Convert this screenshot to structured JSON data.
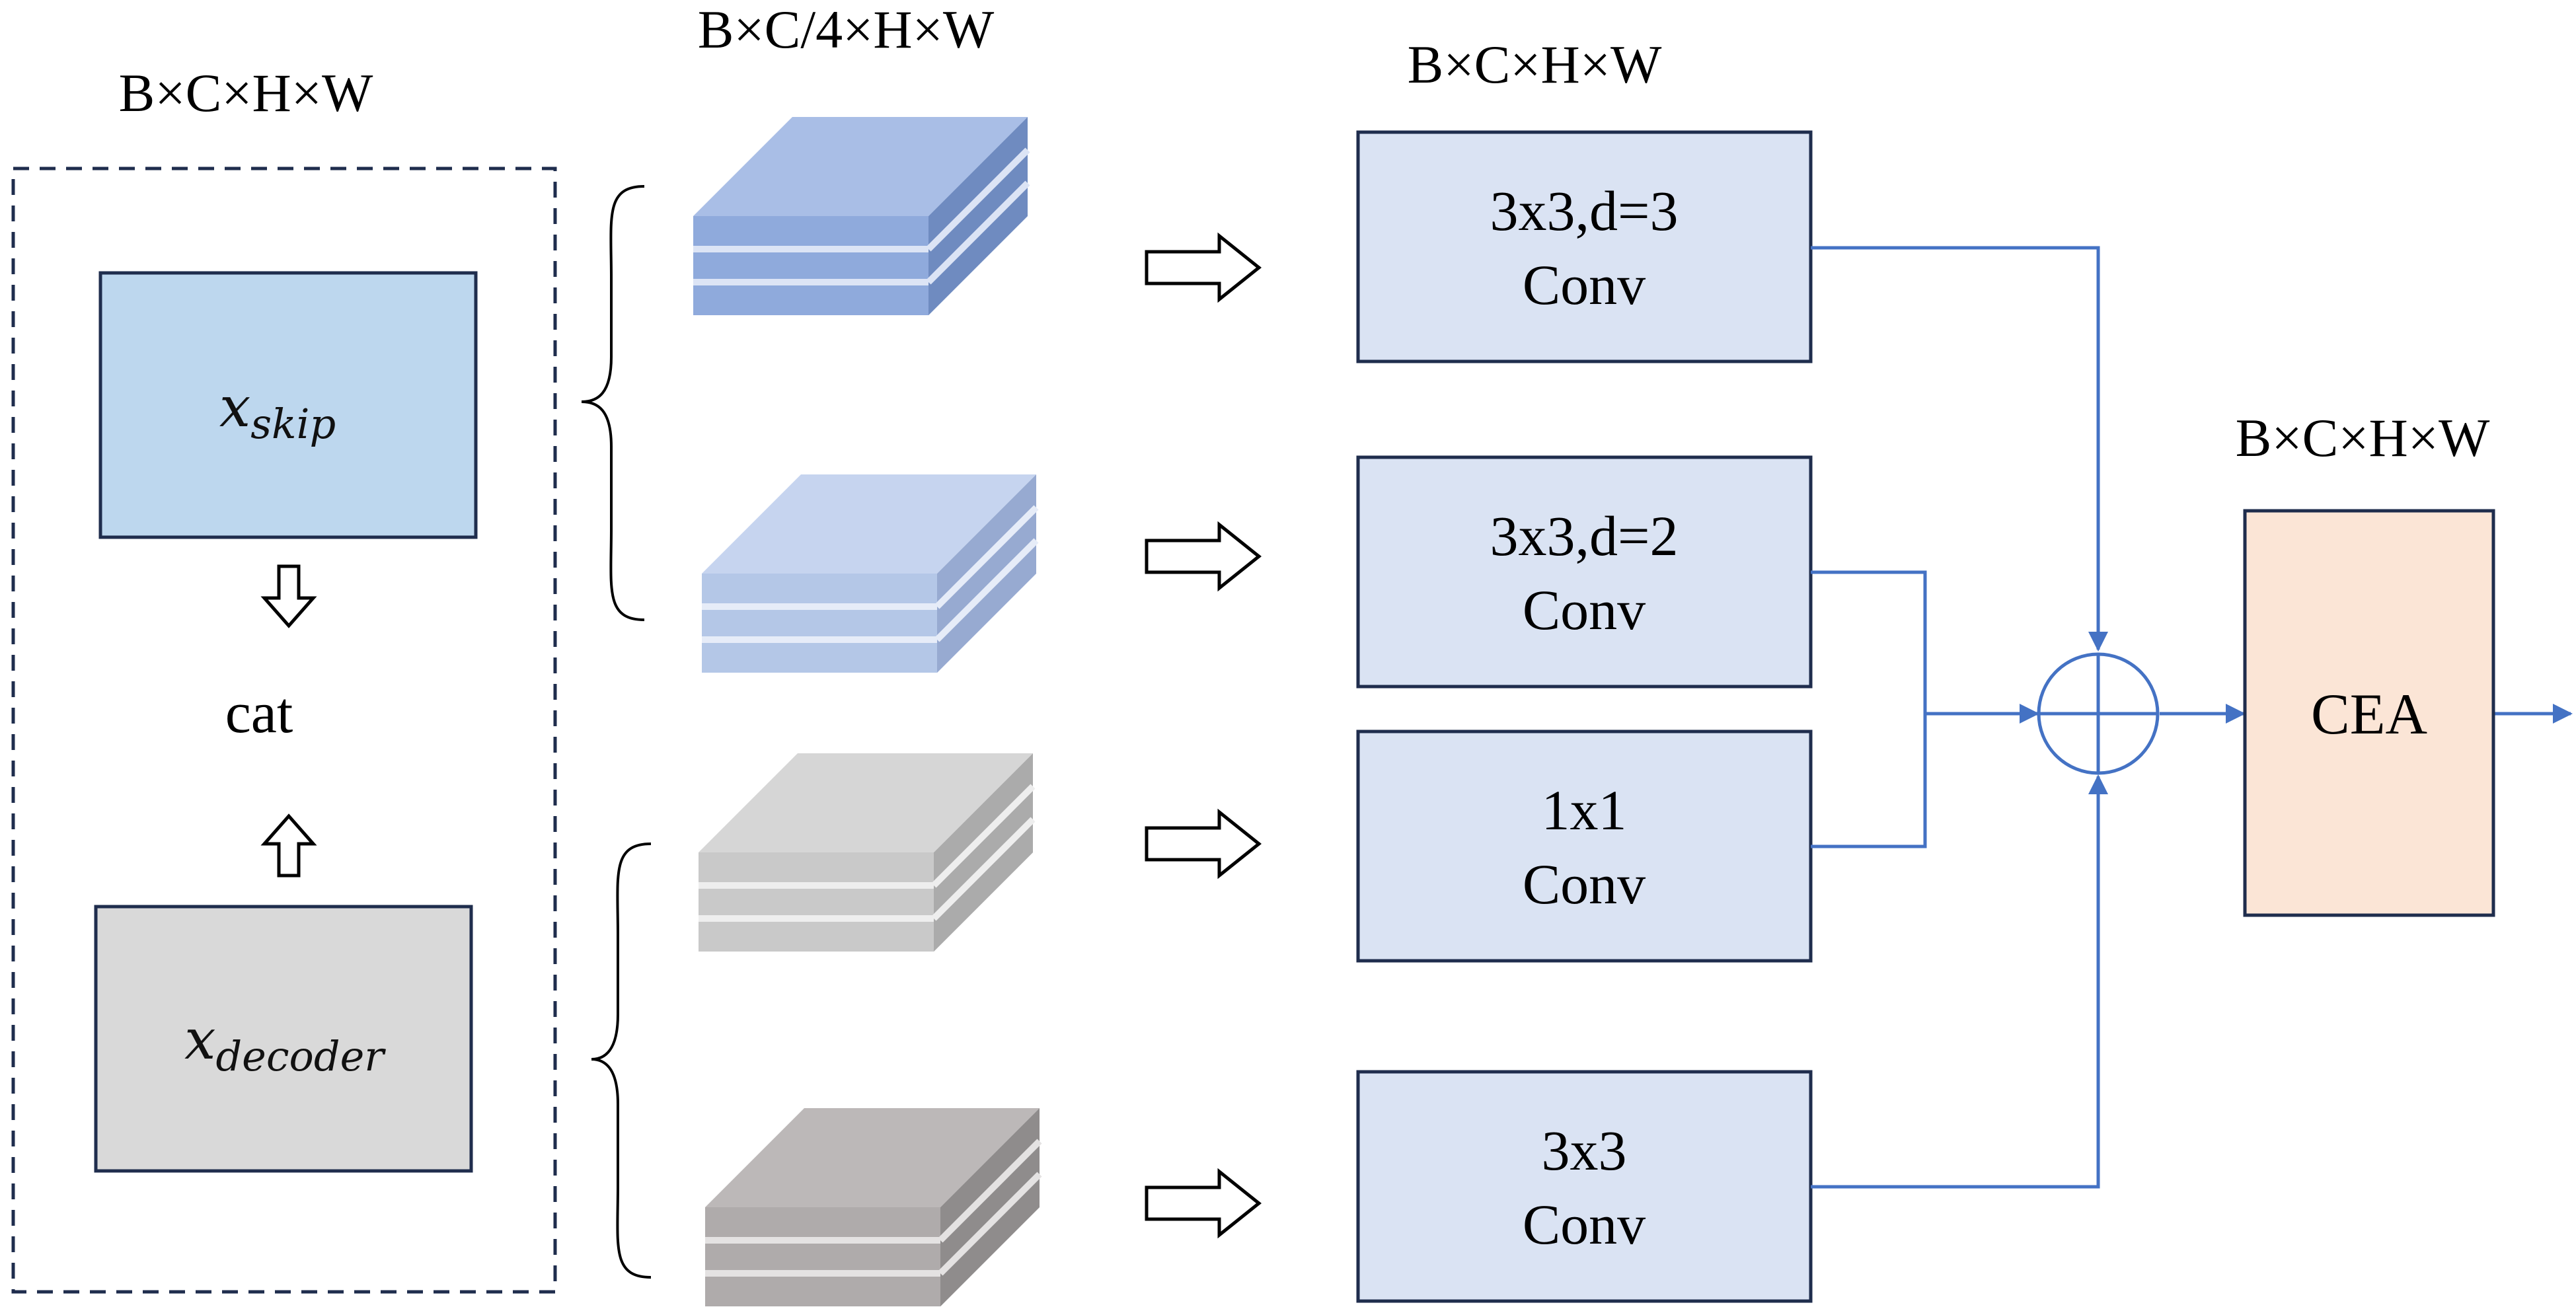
{
  "dims": {
    "input": "B×C×H×W",
    "split": "B×C/4×H×W",
    "conv": "B×C×H×W",
    "output": "B×C×H×W"
  },
  "input_group": {
    "skip": {
      "base": "x",
      "sub": "skip"
    },
    "decoder": {
      "base": "x",
      "sub": "decoder"
    },
    "cat_label": "cat"
  },
  "conv_blocks": [
    {
      "line1": "3x3,d=3",
      "line2": "Conv"
    },
    {
      "line1": "3x3,d=2",
      "line2": "Conv"
    },
    {
      "line1": "1x1",
      "line2": "Conv"
    },
    {
      "line1": "3x3",
      "line2": "Conv"
    }
  ],
  "cea_label": "CEA",
  "colors": {
    "skip_fill": "#BDD7EE",
    "decoder_fill": "#D9D9D9",
    "conv_fill": "#DAE3F3",
    "cea_fill": "#FBE5D6",
    "box_border": "#1F2D4D",
    "connector": "#4472C4",
    "stack_blue_dark": "#8FAADC",
    "stack_blue_light": "#B4C7E7",
    "stack_gray_light": "#C9C9C9",
    "stack_gray_dark": "#AFABAB"
  }
}
